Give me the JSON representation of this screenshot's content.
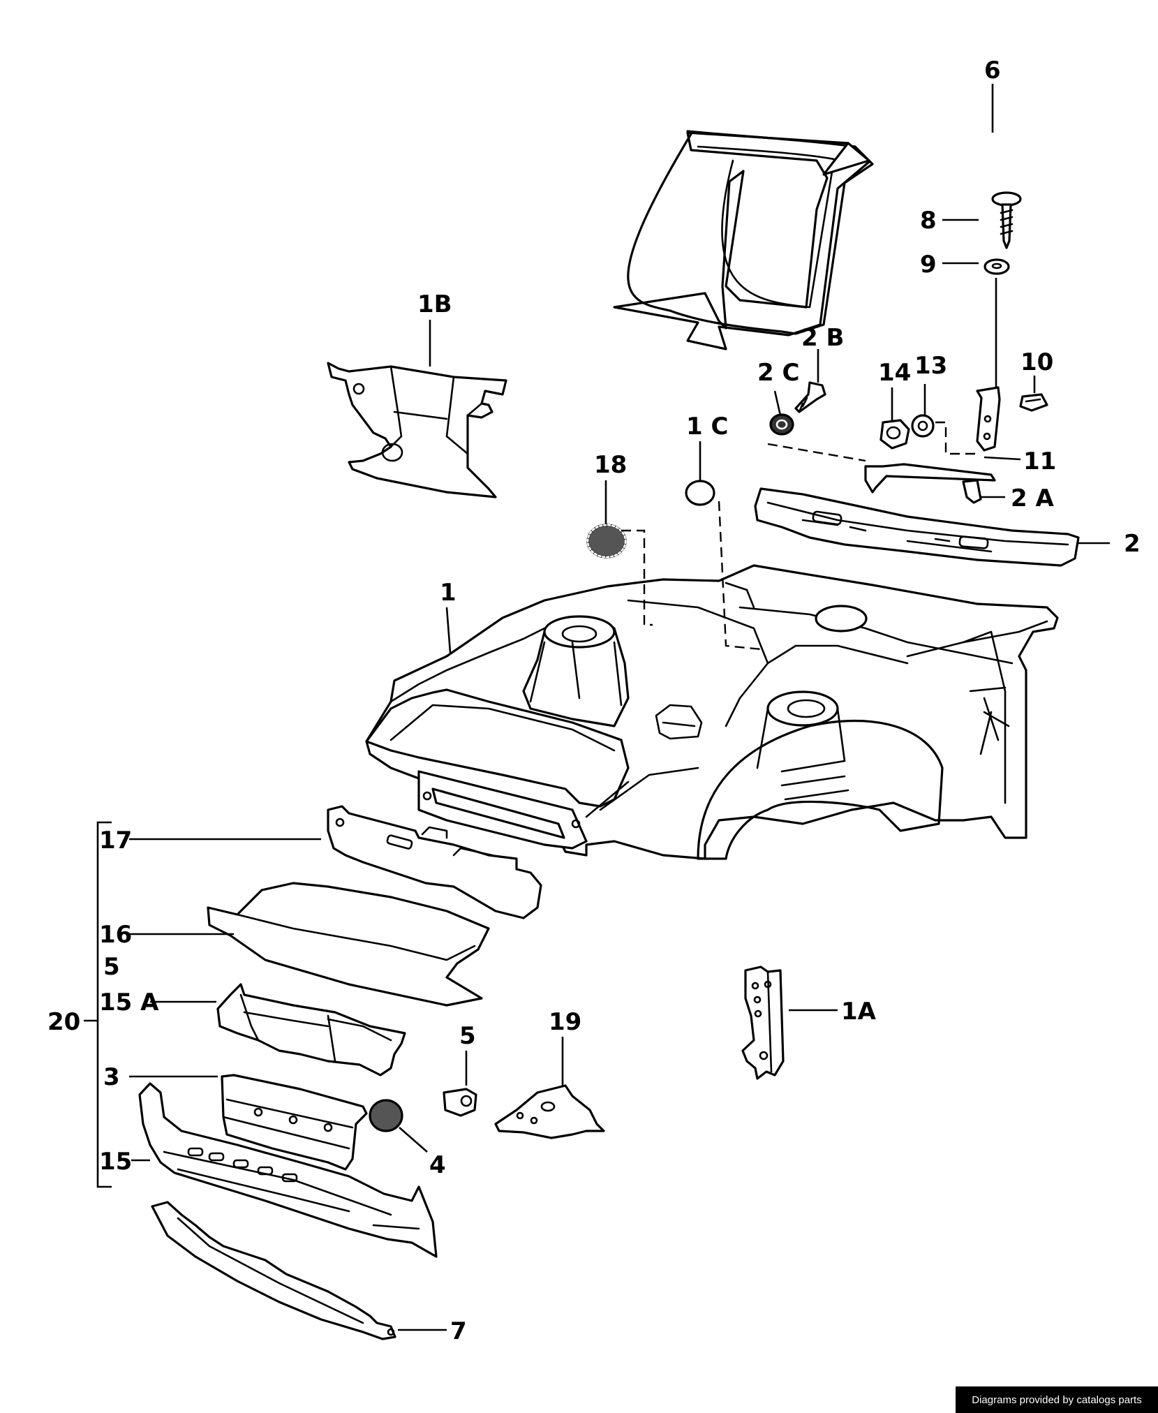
{
  "diagram": {
    "callouts": {
      "c6": "6",
      "c8": "8",
      "c9": "9",
      "c1b": "1B",
      "c2b": "2 B",
      "c2c": "2 C",
      "c14": "14",
      "c13": "13",
      "c10": "10",
      "c1c": "1 C",
      "c11": "11",
      "c18": "18",
      "c2a": "2 A",
      "c2": "2",
      "c1": "1",
      "c17": "17",
      "c16": "16",
      "c5a": "5",
      "c15a": "15 A",
      "c20": "20",
      "c1a": "1A",
      "c19": "19",
      "c5b": "5",
      "c3": "3",
      "c4": "4",
      "c15": "15",
      "c7": "7"
    }
  },
  "footer": {
    "credit": "Diagrams provided by catalogs parts"
  }
}
